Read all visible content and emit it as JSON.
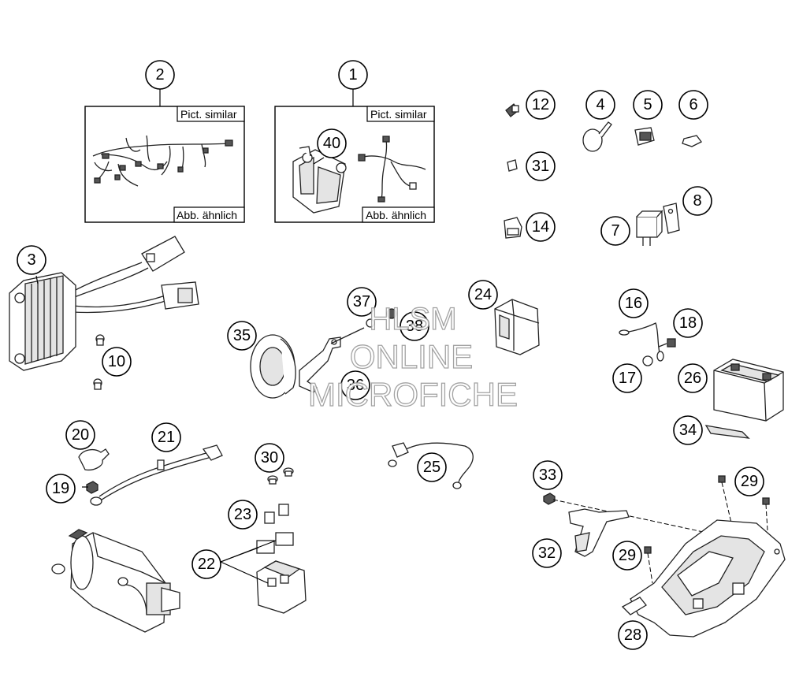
{
  "diagram": {
    "box_left": {
      "label_top": "Pict. similar",
      "label_bottom": "Abb. ähnlich"
    },
    "box_right": {
      "label_top": "Pict. similar",
      "label_bottom": "Abb. ähnlich"
    },
    "callouts": [
      {
        "id": "c2",
        "number": "2"
      },
      {
        "id": "c1",
        "number": "1"
      },
      {
        "id": "c40",
        "number": "40"
      },
      {
        "id": "c12",
        "number": "12"
      },
      {
        "id": "c4",
        "number": "4"
      },
      {
        "id": "c5",
        "number": "5"
      },
      {
        "id": "c6",
        "number": "6"
      },
      {
        "id": "c31",
        "number": "31"
      },
      {
        "id": "c8",
        "number": "8"
      },
      {
        "id": "c14",
        "number": "14"
      },
      {
        "id": "c7",
        "number": "7"
      },
      {
        "id": "c3",
        "number": "3"
      },
      {
        "id": "c10",
        "number": "10"
      },
      {
        "id": "c37",
        "number": "37"
      },
      {
        "id": "c38",
        "number": "38"
      },
      {
        "id": "c24",
        "number": "24"
      },
      {
        "id": "c35",
        "number": "35"
      },
      {
        "id": "c36",
        "number": "36"
      },
      {
        "id": "c16",
        "number": "16"
      },
      {
        "id": "c18",
        "number": "18"
      },
      {
        "id": "c17",
        "number": "17"
      },
      {
        "id": "c26",
        "number": "26"
      },
      {
        "id": "c34",
        "number": "34"
      },
      {
        "id": "c20",
        "number": "20"
      },
      {
        "id": "c21",
        "number": "21"
      },
      {
        "id": "c19",
        "number": "19"
      },
      {
        "id": "c30",
        "number": "30"
      },
      {
        "id": "c25",
        "number": "25"
      },
      {
        "id": "c23",
        "number": "23"
      },
      {
        "id": "c22",
        "number": "22"
      },
      {
        "id": "c33",
        "number": "33"
      },
      {
        "id": "c29a",
        "number": "29"
      },
      {
        "id": "c32",
        "number": "32"
      },
      {
        "id": "c29b",
        "number": "29"
      },
      {
        "id": "c28",
        "number": "28"
      }
    ]
  },
  "watermark": {
    "line1": "HLSM",
    "line2": "ONLINE",
    "line3": "MICROFICHE"
  }
}
